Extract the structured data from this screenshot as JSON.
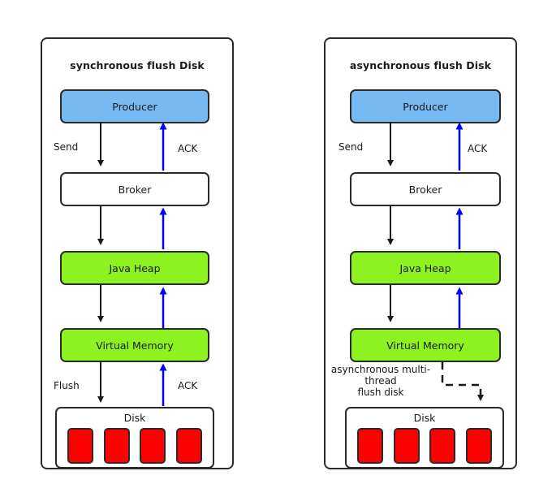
{
  "diagram": {
    "title_note": "RocketMQ synchronous vs asynchronous flush disk flow",
    "colors": {
      "producer_fill": "#77b9f2",
      "memory_fill": "#8cf321",
      "broker_fill": "#ffffff",
      "disk_cell_fill": "#fd0000",
      "stroke": "#2b2b2b",
      "ack_arrow": "#0000ff",
      "send_arrow": "#1a1a1a"
    }
  },
  "panels": [
    {
      "id": "synchronous",
      "title": "synchronous flush Disk",
      "nodes": [
        {
          "id": "producer",
          "label": "Producer",
          "fill": "blue"
        },
        {
          "id": "broker",
          "label": "Broker",
          "fill": "white"
        },
        {
          "id": "java-heap",
          "label": "Java Heap",
          "fill": "green"
        },
        {
          "id": "virtual-memory",
          "label": "Virtual Memory",
          "fill": "green"
        }
      ],
      "disk": {
        "label": "Disk",
        "cells": [
          "",
          "",
          "",
          ""
        ]
      },
      "edge_labels": [
        {
          "id": "send",
          "text": "Send"
        },
        {
          "id": "ack-top",
          "text": "ACK"
        },
        {
          "id": "flush",
          "text": "Flush"
        },
        {
          "id": "ack-bottom",
          "text": "ACK"
        }
      ]
    },
    {
      "id": "asynchronous",
      "title": "asynchronous flush Disk",
      "nodes": [
        {
          "id": "producer",
          "label": "Producer",
          "fill": "blue"
        },
        {
          "id": "broker",
          "label": "Broker",
          "fill": "white"
        },
        {
          "id": "java-heap",
          "label": "Java Heap",
          "fill": "green"
        },
        {
          "id": "virtual-memory",
          "label": "Virtual Memory",
          "fill": "green"
        }
      ],
      "disk": {
        "label": "Disk",
        "cells": [
          "",
          "",
          "",
          ""
        ]
      },
      "edge_labels": [
        {
          "id": "send",
          "text": "Send"
        },
        {
          "id": "ack-top",
          "text": "ACK"
        },
        {
          "id": "async-flush",
          "text": "asynchronous multi-\nthread\nflush disk"
        }
      ]
    }
  ]
}
